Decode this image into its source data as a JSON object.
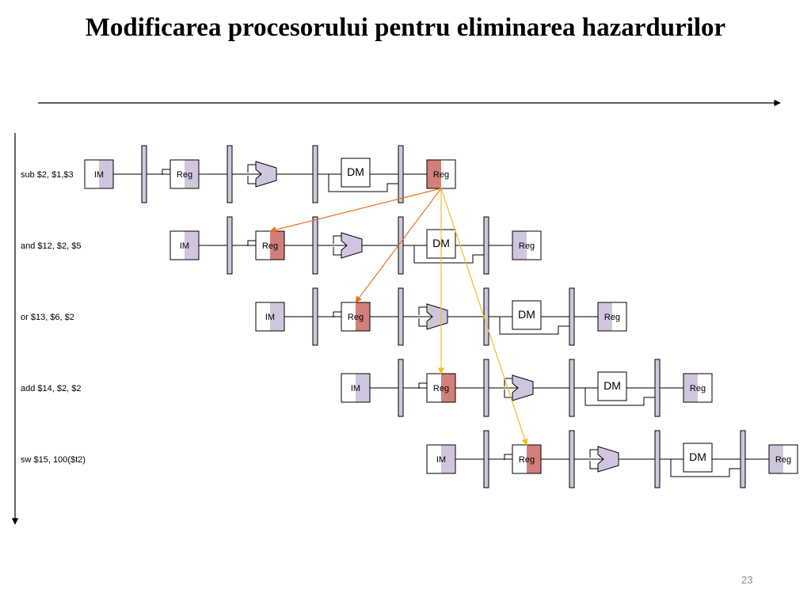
{
  "slide": {
    "title": "Modificarea procesorului pentru eliminarea hazardurilor",
    "page_number": "23"
  },
  "pipeline": {
    "stage_labels": {
      "im": "IM",
      "reg": "Reg",
      "dm": "DM",
      "wb": "Reg"
    },
    "instructions": [
      {
        "label": "sub $2, $1,$3"
      },
      {
        "label": "and $12, $2, $5"
      },
      {
        "label": "or $13, $6, $2"
      },
      {
        "label": "add $14, $2, $2"
      },
      {
        "label": "sw $15, 100($t2)"
      }
    ],
    "hazard_source": {
      "instruction": 0,
      "stage": "wb"
    },
    "forward_targets": [
      {
        "instruction": 1,
        "stage": "reg",
        "color": "#e8701a"
      },
      {
        "instruction": 2,
        "stage": "reg",
        "color": "#e8701a"
      },
      {
        "instruction": 3,
        "stage": "reg",
        "color": "#f0be2a"
      },
      {
        "instruction": 4,
        "stage": "reg",
        "color": "#f0be2a"
      }
    ]
  },
  "colors": {
    "unit_shade": "#cfc6de",
    "hazard_shade": "#d27f7a",
    "pipe_register": "#cfc6de",
    "line": "#000000"
  }
}
